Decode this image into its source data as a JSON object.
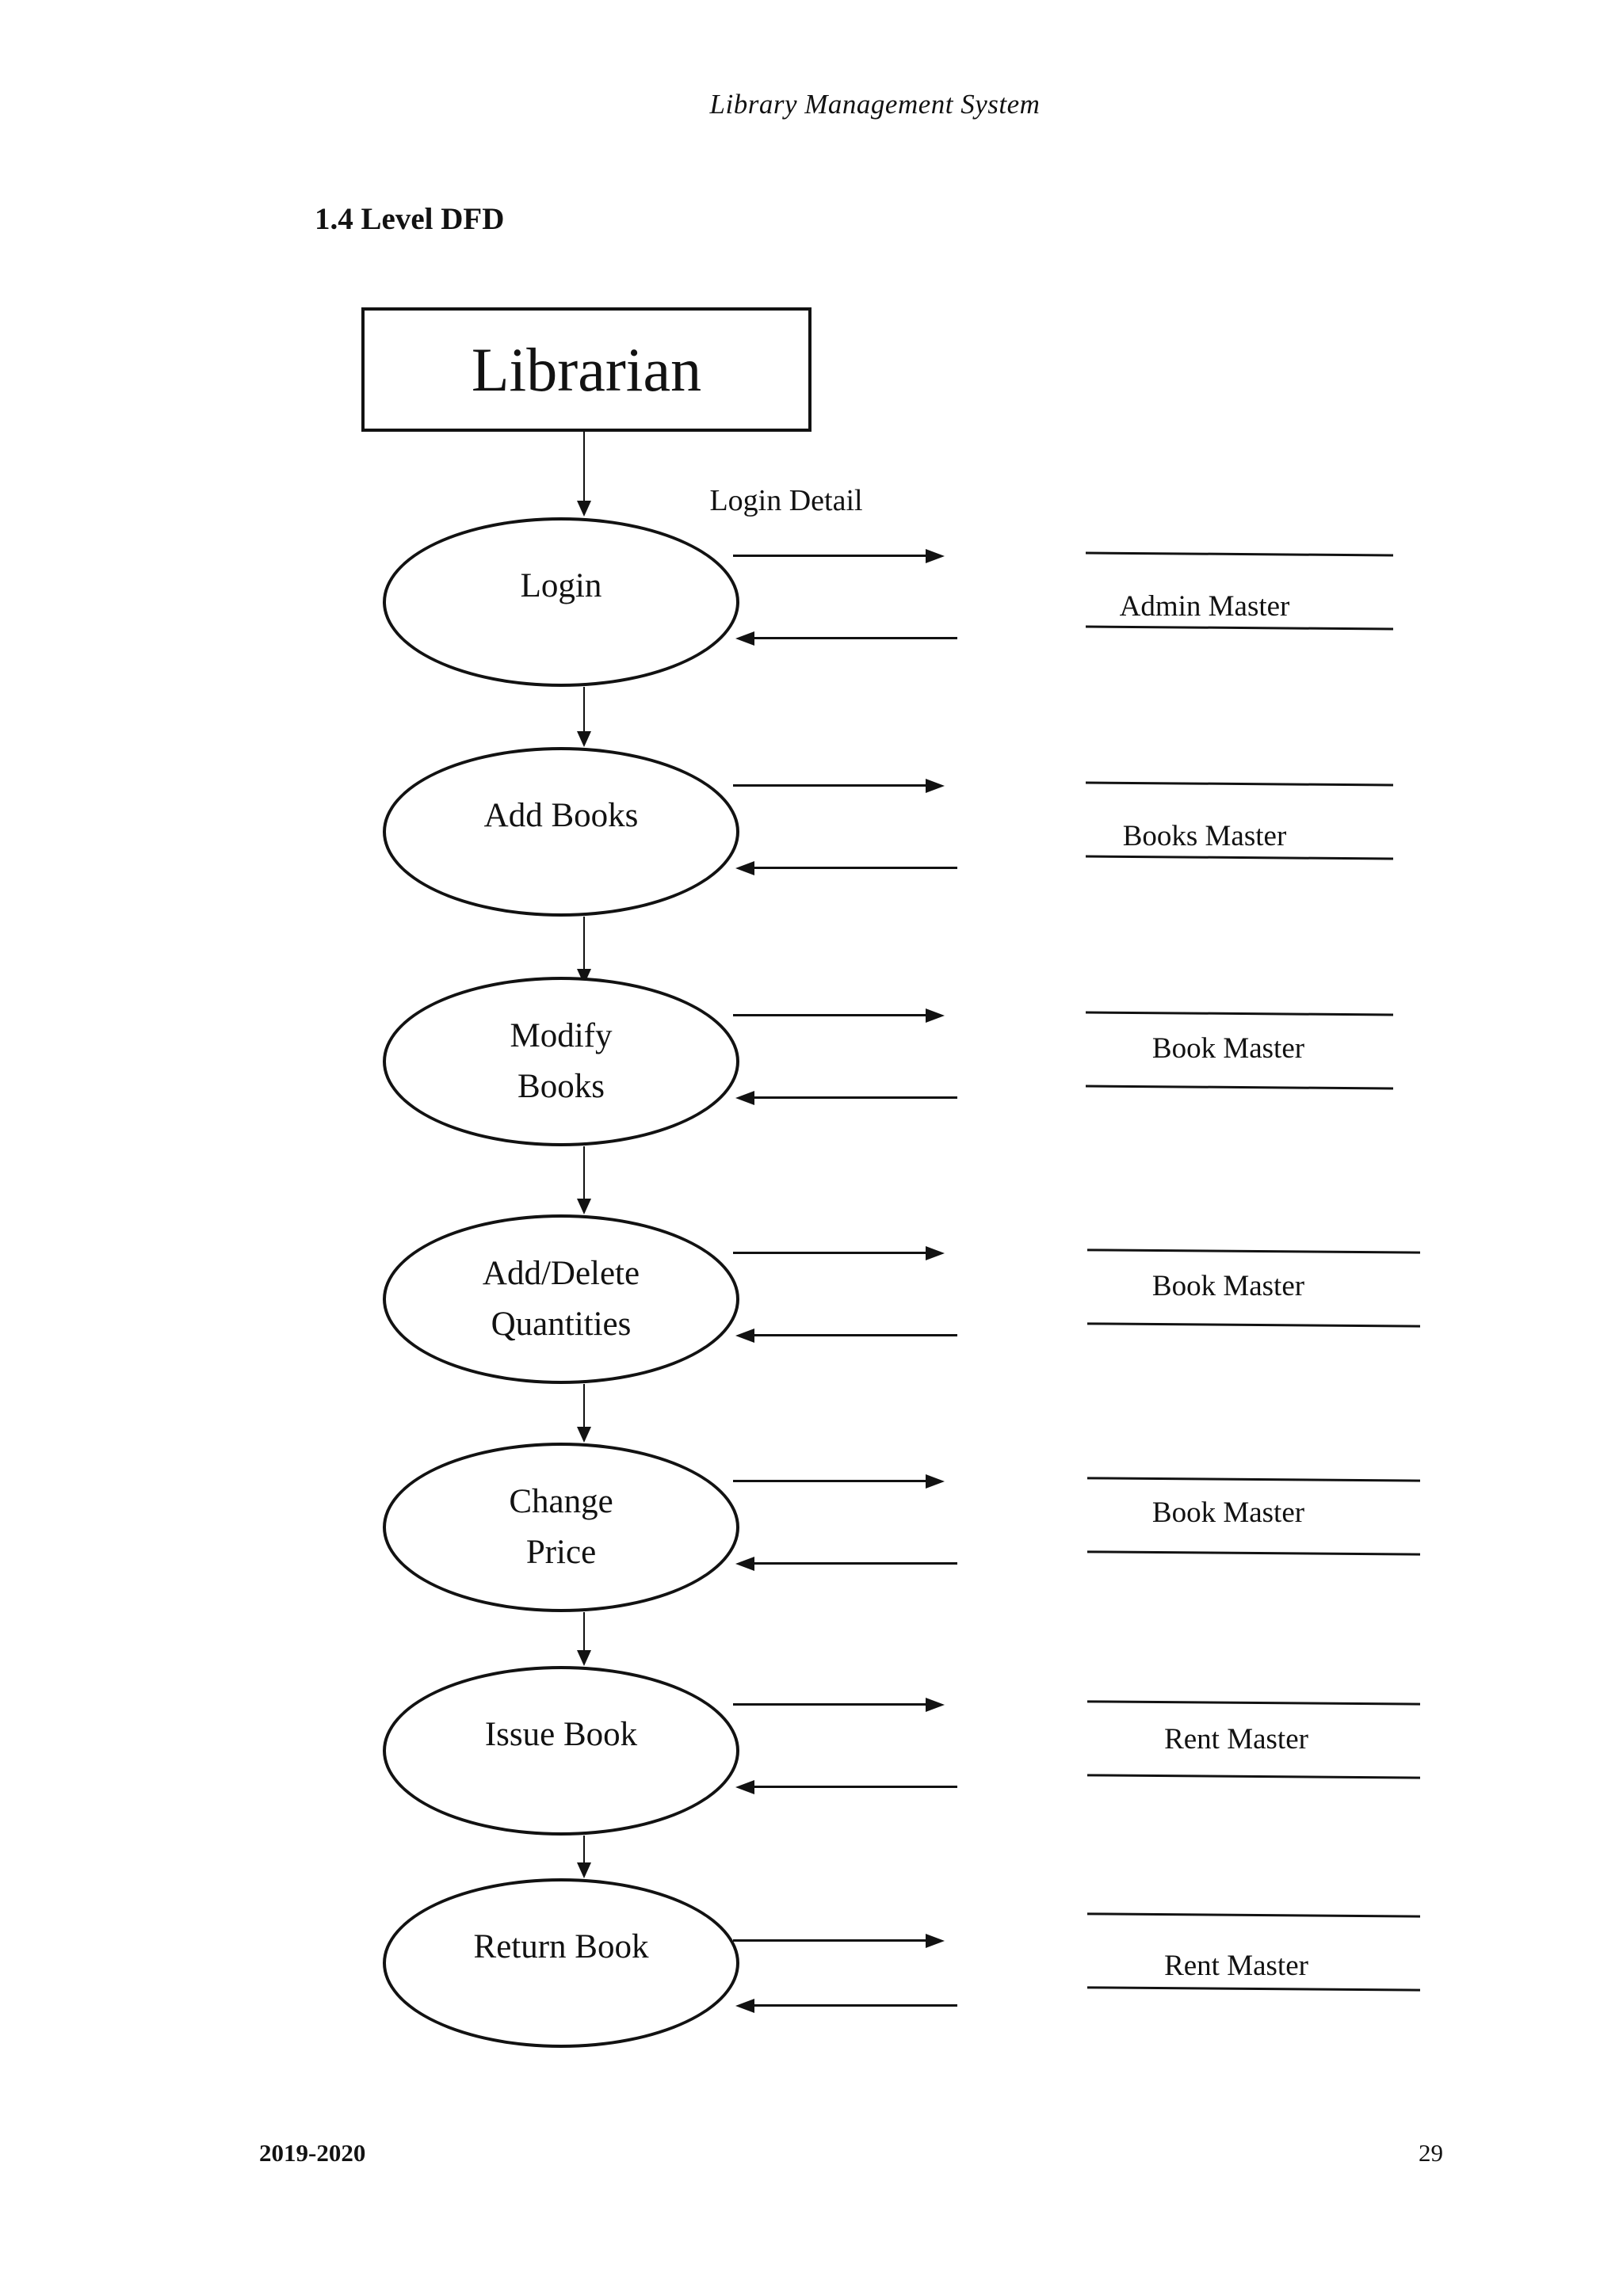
{
  "page": {
    "header_title": "Library Management System",
    "section_title": "1.4 Level DFD",
    "footer": {
      "year_range": "2019-2020",
      "page_number": "29"
    }
  },
  "colors": {
    "ink": "#121212",
    "background": "#ffffff"
  },
  "diagram": {
    "type": "data-flow-diagram",
    "external_entity": "Librarian",
    "flow_label": "Login Detail",
    "rows": [
      {
        "process": "Login",
        "store": "Admin Master"
      },
      {
        "process": "Add Books",
        "store": "Books Master"
      },
      {
        "process": "Modify Books",
        "process_line1": "Modify",
        "process_line2": "Books",
        "store": "Book Master"
      },
      {
        "process": "Add/Delete Quantities",
        "process_line1": "Add/Delete",
        "process_line2": "Quantities",
        "store": "Book Master"
      },
      {
        "process": "Change Price",
        "process_line1": "Change",
        "process_line2": "Price",
        "store": "Book Master"
      },
      {
        "process": "Issue Book",
        "store": "Rent Master"
      },
      {
        "process": "Return Book",
        "store": "Rent Master"
      }
    ],
    "vertical_flow": [
      "Librarian → Login",
      "Login → Add Books",
      "Add Books → Modify Books",
      "Modify Books → Add/Delete Quantities",
      "Add/Delete Quantities → Change Price",
      "Change Price → Issue Book",
      "Issue Book → Return Book"
    ],
    "store_flows": [
      "Login ⇄ Admin Master",
      "Add Books ⇄ Books Master",
      "Modify Books ⇄ Book Master",
      "Add/Delete Quantities ⇄ Book Master",
      "Change Price ⇄ Book Master",
      "Issue Book ⇄ Rent Master",
      "Return Book ⇄ Rent Master"
    ]
  }
}
